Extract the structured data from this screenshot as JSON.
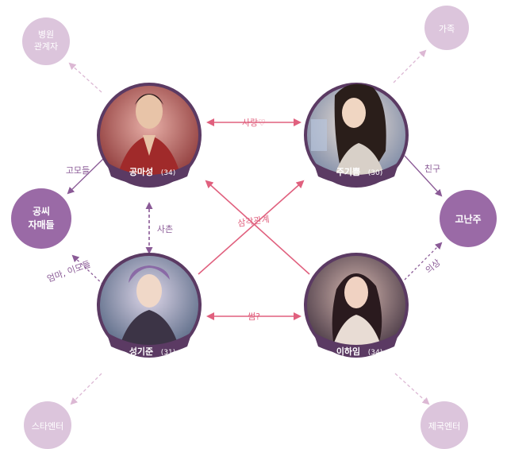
{
  "colors": {
    "accent_dark": "#9a6aa6",
    "accent_light": "#dcc5dc",
    "arrow_red": "#e0607e",
    "label_text": "#8a5a96",
    "photo_border": "#5b3a63"
  },
  "characters": [
    {
      "name": "공마성",
      "age": "(34)"
    },
    {
      "name": "주기쁨",
      "age": "(30)"
    },
    {
      "name": "성기준",
      "age": "(31)"
    },
    {
      "name": "이하임",
      "age": "(34)"
    }
  ],
  "nodes": {
    "hospital": [
      "병원",
      "관계자"
    ],
    "family": "가족",
    "gong_sisters": [
      "공씨",
      "자매들"
    ],
    "go_nanju": "고난주",
    "star_ent": "스타엔터",
    "jeguk_ent": "제국엔터"
  },
  "relations": {
    "love": "사랑♡",
    "boss": "사촌",
    "triangle": "삼각관계",
    "some": "썸?",
    "gomo": "고모들",
    "mom_aunts": "엄마, 이모들",
    "friend": "친구",
    "lover": "의상"
  }
}
